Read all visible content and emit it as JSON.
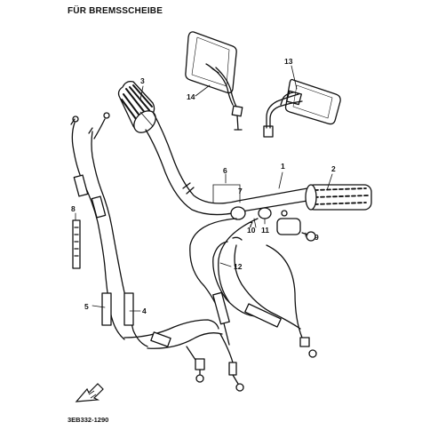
{
  "header": {
    "title": "FÜR BREMSSCHEIBE"
  },
  "footer": {
    "code": "3EB332-1290"
  },
  "callouts": [
    {
      "id": "1",
      "label": "1"
    },
    {
      "id": "2",
      "label": "2"
    },
    {
      "id": "3",
      "label": "3"
    },
    {
      "id": "4",
      "label": "4"
    },
    {
      "id": "5",
      "label": "5"
    },
    {
      "id": "6",
      "label": "6"
    },
    {
      "id": "7",
      "label": "7"
    },
    {
      "id": "7b",
      "label": "7"
    },
    {
      "id": "8",
      "label": "8"
    },
    {
      "id": "9",
      "label": "9"
    },
    {
      "id": "10",
      "label": "10"
    },
    {
      "id": "11",
      "label": "11"
    },
    {
      "id": "12",
      "label": "12"
    },
    {
      "id": "13",
      "label": "13"
    },
    {
      "id": "14",
      "label": "14"
    }
  ],
  "icons": {
    "front-arrow": "direction-arrow-icon"
  }
}
